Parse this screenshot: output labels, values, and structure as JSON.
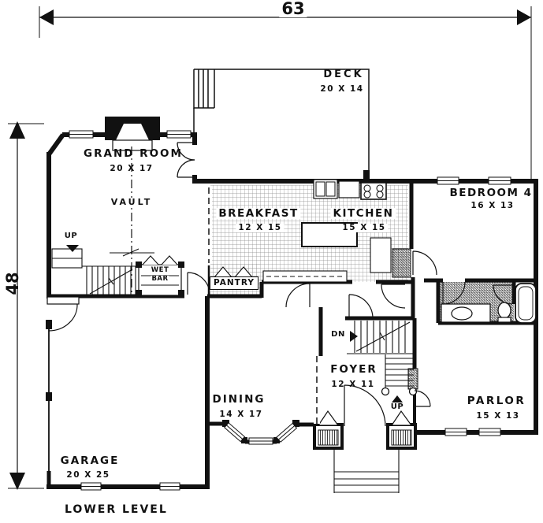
{
  "plan": {
    "title": "LOWER LEVEL",
    "width_label": "63",
    "height_label": "48"
  },
  "rooms": {
    "deck": {
      "name": "DECK",
      "size": "20 X 14"
    },
    "grand_room": {
      "name": "GRAND ROOM",
      "size": "20 X 17",
      "ceiling": "VAULT"
    },
    "breakfast": {
      "name": "BREAKFAST",
      "size": "12 X 15"
    },
    "kitchen": {
      "name": "KITCHEN",
      "size": "15 X 15"
    },
    "bedroom4": {
      "name": "BEDROOM 4",
      "size": "16 X 13"
    },
    "foyer": {
      "name": "FOYER",
      "size": "12 X 11"
    },
    "dining": {
      "name": "DINING",
      "size": "14 X 17"
    },
    "parlor": {
      "name": "PARLOR",
      "size": "15 X 13"
    },
    "garage": {
      "name": "GARAGE",
      "size": "20 X 25"
    },
    "pantry": {
      "name": "PANTRY"
    },
    "wet_bar": {
      "name_line1": "WET",
      "name_line2": "BAR"
    }
  },
  "stair_labels": {
    "up_basement": "UP",
    "up_main": "UP",
    "down": "DN"
  },
  "colors": {
    "ink": "#111111",
    "paper": "#ffffff",
    "tile_line": "#8a8a8a"
  }
}
